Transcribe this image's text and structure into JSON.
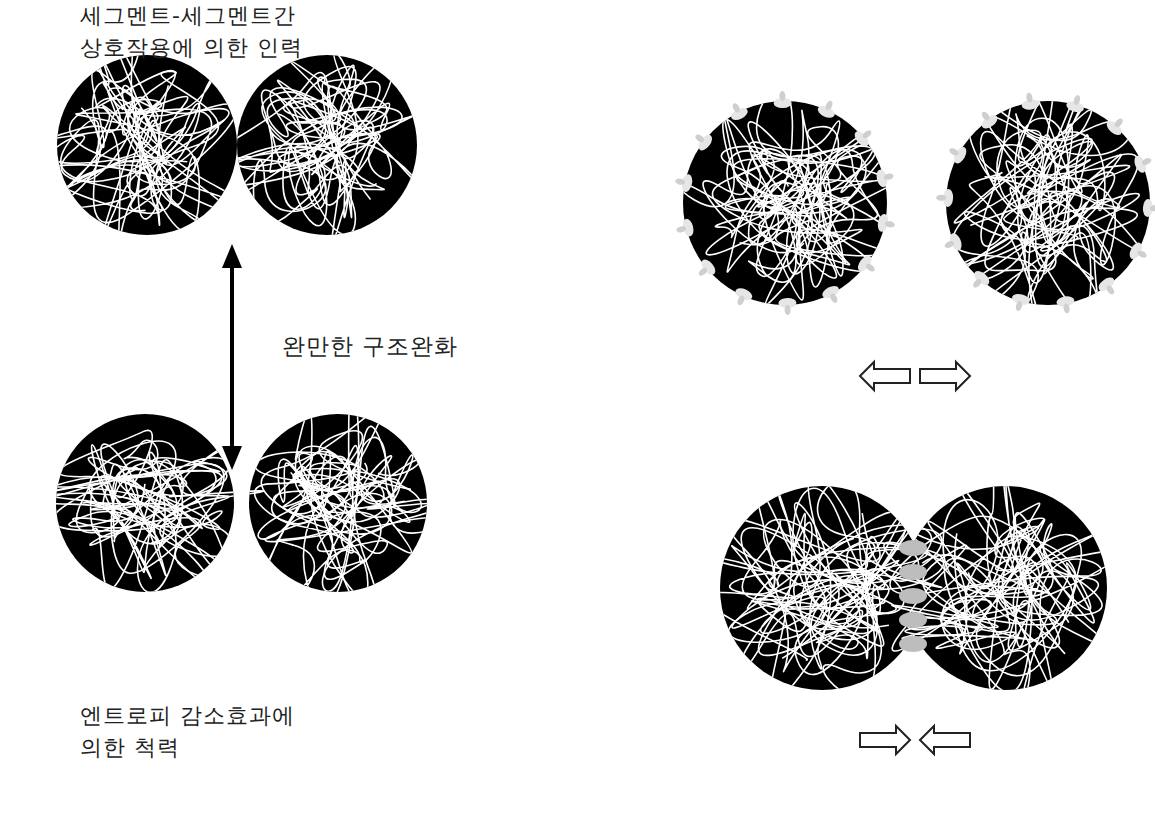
{
  "diagram": {
    "labels": [
      "세그멘트-세그멘트간 상호작용에 의한 인력",
      "완만한 구조완화",
      "엔트로피 감소효과에 의한 척력"
    ]
  }
}
